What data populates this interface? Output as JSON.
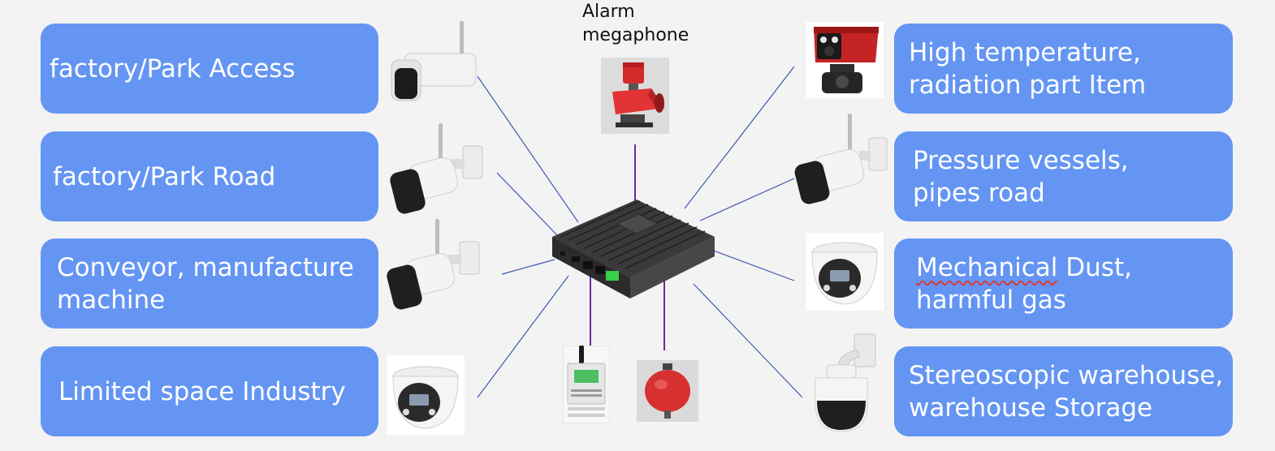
{
  "left_panels": [
    {
      "lines": [
        "factory/Park Access"
      ]
    },
    {
      "lines": [
        "factory/Park Road"
      ]
    },
    {
      "lines": [
        "Conveyor, manufacture",
        "machine"
      ]
    },
    {
      "lines": [
        "Limited space Industry"
      ]
    }
  ],
  "right_panels": [
    {
      "lines": [
        "High temperature,",
        "radiation part Item"
      ]
    },
    {
      "lines": [
        "Pressure vessels,",
        "pipes road"
      ]
    },
    {
      "word": "Mechanical",
      "rest": " Dust,",
      "line2": "harmful gas"
    },
    {
      "lines": [
        "Stereoscopic warehouse,",
        "warehouse Storage"
      ]
    }
  ],
  "alarm": {
    "line1": "Alarm",
    "line2": "megaphone"
  },
  "hub_label": "",
  "colors": {
    "panel": "#6495f3",
    "panel_text": "#ffffff",
    "connector_line": "#3c56b0",
    "device_wire": "#6a2a9c",
    "background": "#f3f3f3"
  },
  "icons": {
    "hub": "edge-computing-box-icon",
    "bullet_camera": "bullet-camera-icon",
    "dome_camera": "dome-camera-icon",
    "ptz_camera": "ptz-dome-camera-icon",
    "thermal_camera": "thermal-camera-icon",
    "alarm": "alarm-megaphone-icon",
    "io_module": "io-module-icon",
    "extinguisher": "fire-extinguisher-icon"
  }
}
